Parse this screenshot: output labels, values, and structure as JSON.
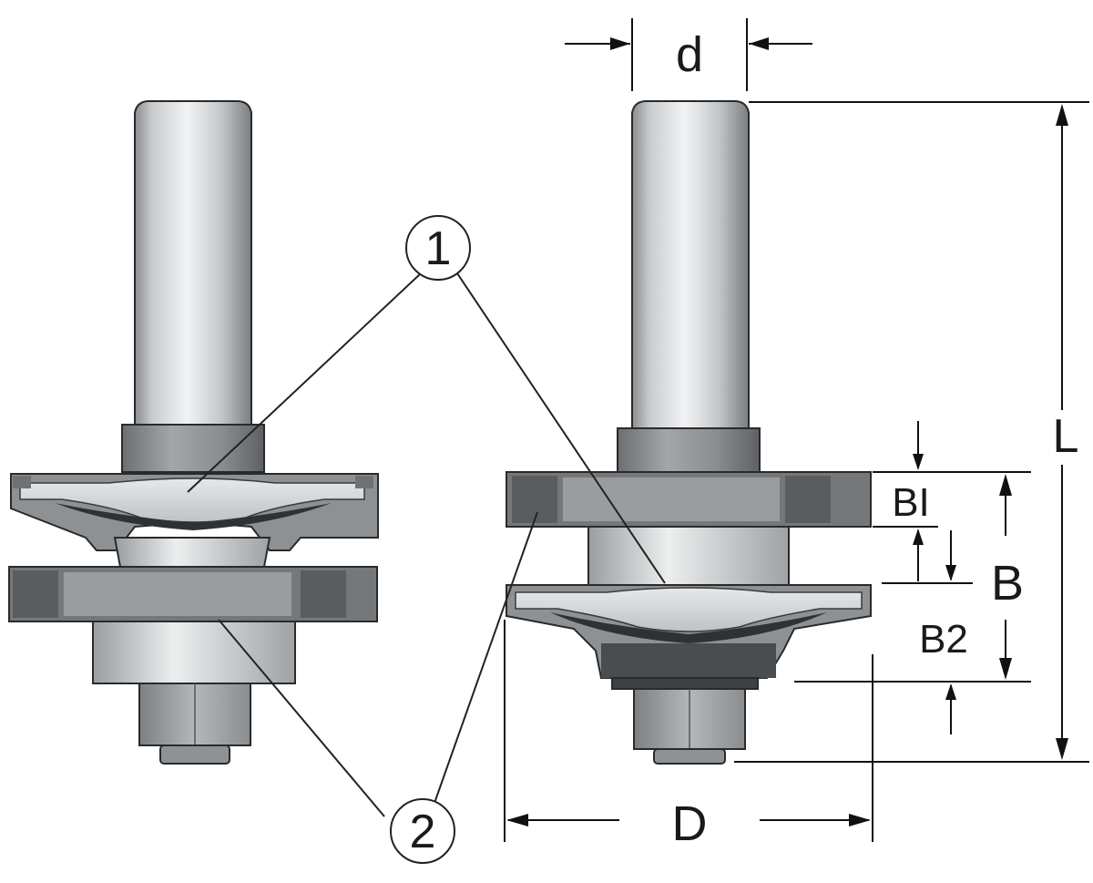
{
  "callouts": {
    "one": "1",
    "two": "2"
  },
  "dimensions": {
    "d": "d",
    "L": "L",
    "B1": "BI",
    "B": "B",
    "B2": "B2",
    "D": "D"
  }
}
